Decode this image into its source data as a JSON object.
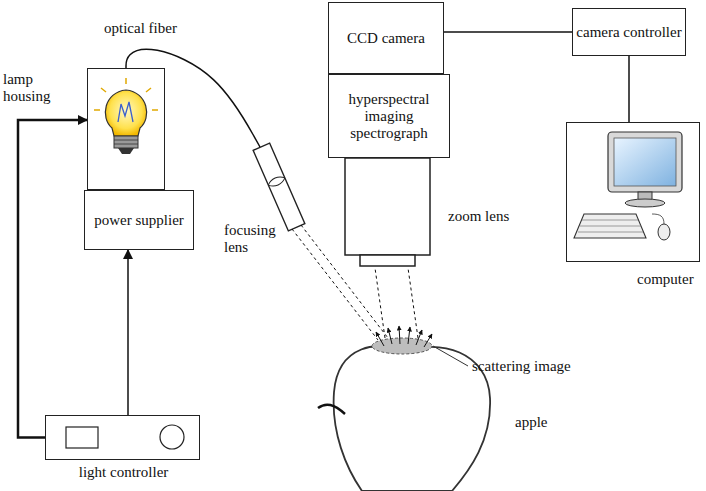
{
  "diagram": {
    "nodes": [
      {
        "text": [
          "CCD camera"
        ]
      },
      {
        "text": [
          "hyperspectral imaging spectrograph"
        ]
      },
      {
        "text": [
          "zoom lens"
        ]
      },
      {
        "text": [
          "camera controller"
        ]
      },
      {
        "text": [
          "computer"
        ]
      },
      {
        "text": [
          "lamp housing"
        ]
      },
      {
        "text": [
          "power supplier"
        ]
      },
      {
        "text": [
          "light controller"
        ]
      },
      {
        "text": [
          "focusing lens"
        ]
      },
      {
        "text": [
          "apple"
        ]
      }
    ],
    "edges": [
      {
        "from": 7,
        "to": 6,
        "arrow": "to"
      },
      {
        "from": 7,
        "to": 5,
        "arrow": "to"
      },
      {
        "from": 5,
        "to": 8,
        "label": "optical fiber",
        "arrow": "none"
      },
      {
        "from": 0,
        "to": 3,
        "arrow": "none"
      },
      {
        "from": 3,
        "to": 4,
        "arrow": "none"
      },
      {
        "from": 8,
        "to": 9,
        "arrow": "none"
      },
      {
        "from": 9,
        "to": 2,
        "arrow": "none"
      }
    ],
    "labels": [
      "scattering image"
    ]
  }
}
